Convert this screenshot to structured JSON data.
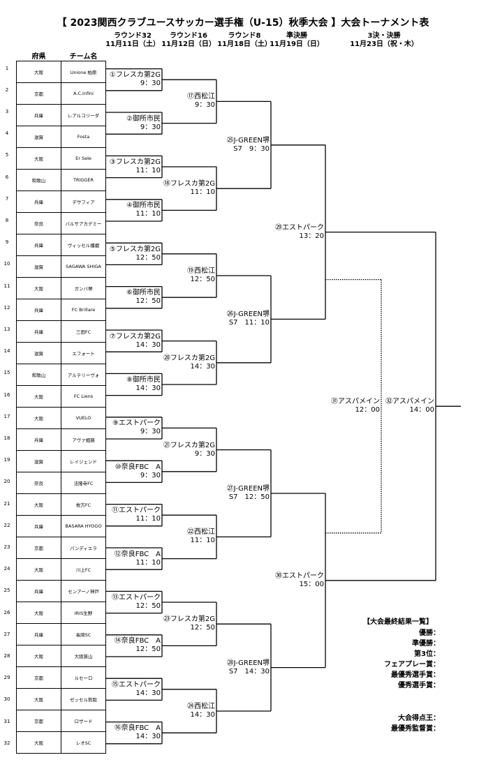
{
  "title": "【 2023関西クラブユースサッカー選手権（U-15）秋季大会 】大会トーナメント表",
  "rounds": [
    {
      "name": "ラウンド32",
      "date": "11月11日（土）"
    },
    {
      "name": "ラウンド16",
      "date": "11月12日（日）"
    },
    {
      "name": "ラウンド8",
      "date": "11月18日（土）"
    },
    {
      "name": "準決勝",
      "date": "11月19日（日）"
    },
    {
      "name": "3決・決勝",
      "date": "11月23日（祝・木）"
    }
  ],
  "table_headers": {
    "pref": "府県",
    "team": "チーム名"
  },
  "teams": [
    {
      "seed": "1",
      "pref": "大阪",
      "name": "Unione 柏原"
    },
    {
      "seed": "2",
      "pref": "京都",
      "name": "A.C.infini"
    },
    {
      "seed": "3",
      "pref": "兵庫",
      "name": "レアルコリーダ"
    },
    {
      "seed": "4",
      "pref": "滋賀",
      "name": "Fosta"
    },
    {
      "seed": "5",
      "pref": "大阪",
      "name": "Er Sele"
    },
    {
      "seed": "6",
      "pref": "和歌山",
      "name": "TRIGGER"
    },
    {
      "seed": "7",
      "pref": "兵庫",
      "name": "デサフィア"
    },
    {
      "seed": "8",
      "pref": "奈良",
      "name": "バルサアカデミー"
    },
    {
      "seed": "9",
      "pref": "兵庫",
      "name": "ヴィッセル播磨"
    },
    {
      "seed": "10",
      "pref": "滋賀",
      "name": "SAGAWA SHIGA"
    },
    {
      "seed": "11",
      "pref": "大阪",
      "name": "ガンバ堺"
    },
    {
      "seed": "12",
      "pref": "兵庫",
      "name": "FC Brillare"
    },
    {
      "seed": "13",
      "pref": "兵庫",
      "name": "三田FC"
    },
    {
      "seed": "14",
      "pref": "滋賀",
      "name": "エフォート"
    },
    {
      "seed": "15",
      "pref": "和歌山",
      "name": "アルテリーヴォ"
    },
    {
      "seed": "16",
      "pref": "大阪",
      "name": "FC Liens"
    },
    {
      "seed": "17",
      "pref": "大阪",
      "name": "VUELO"
    },
    {
      "seed": "18",
      "pref": "兵庫",
      "name": "アヴァ姫路"
    },
    {
      "seed": "19",
      "pref": "滋賀",
      "name": "レイジェンド"
    },
    {
      "seed": "20",
      "pref": "奈良",
      "name": "法隆寺FC"
    },
    {
      "seed": "21",
      "pref": "大阪",
      "name": "枚方FC"
    },
    {
      "seed": "22",
      "pref": "兵庫",
      "name": "BASARA HYOGO"
    },
    {
      "seed": "23",
      "pref": "京都",
      "name": "パンディエラ"
    },
    {
      "seed": "24",
      "pref": "大阪",
      "name": "川上FC"
    },
    {
      "seed": "25",
      "pref": "兵庫",
      "name": "センアーノ神戸"
    },
    {
      "seed": "26",
      "pref": "大阪",
      "name": "IRIS生野"
    },
    {
      "seed": "27",
      "pref": "兵庫",
      "name": "長岡SC"
    },
    {
      "seed": "28",
      "pref": "大阪",
      "name": "大阪狭山"
    },
    {
      "seed": "29",
      "pref": "京都",
      "name": "ルセーロ"
    },
    {
      "seed": "30",
      "pref": "大阪",
      "name": "ゼッセル熊取"
    },
    {
      "seed": "31",
      "pref": "京都",
      "name": "ロザード"
    },
    {
      "seed": "32",
      "pref": "大阪",
      "name": "レオSC"
    }
  ],
  "r32": [
    {
      "venue": "①フレスカ第2G",
      "time": "9：30"
    },
    {
      "venue": "②御所市民",
      "time": "9：30"
    },
    {
      "venue": "③フレスカ第2G",
      "time": "11：10"
    },
    {
      "venue": "④御所市民",
      "time": "11：10"
    },
    {
      "venue": "⑤フレスカ第2G",
      "time": "12：50"
    },
    {
      "venue": "⑥御所市民",
      "time": "12：50"
    },
    {
      "venue": "⑦フレスカ第2G",
      "time": "14：30"
    },
    {
      "venue": "⑧御所市民",
      "time": "14：30"
    },
    {
      "venue": "⑨エストパーク",
      "time": "9：30"
    },
    {
      "venue": "⑩奈良FBC　A",
      "time": "9：30"
    },
    {
      "venue": "⑪エストパーク",
      "time": "11：10"
    },
    {
      "venue": "⑫奈良FBC　A",
      "time": "11：10"
    },
    {
      "venue": "⑬エストパーク",
      "time": "12：50"
    },
    {
      "venue": "⑭奈良FBC　A",
      "time": "12：50"
    },
    {
      "venue": "⑮エストパーク",
      "time": "14：30"
    },
    {
      "venue": "⑯奈良FBC　A",
      "time": "14：30"
    }
  ],
  "r16": [
    {
      "venue": "⑰西松江",
      "time": "9：30"
    },
    {
      "venue": "⑱フレスカ第2G",
      "time": "11：10"
    },
    {
      "venue": "⑲西松江",
      "time": "12：50"
    },
    {
      "venue": "⑳フレスカ第2G",
      "time": "14：30"
    },
    {
      "venue": "㉑フレスカ第2G",
      "time": "9：30"
    },
    {
      "venue": "㉒西松江",
      "time": "11：10"
    },
    {
      "venue": "㉓フレスカ第2G",
      "time": "12：50"
    },
    {
      "venue": "㉔西松江",
      "time": "14：30"
    }
  ],
  "r8": [
    {
      "venue": "㉕J-GREEN堺",
      "time": "S7　9：30"
    },
    {
      "venue": "㉖J-GREEN堺",
      "time": "S7　11：10"
    },
    {
      "venue": "㉗J-GREEN堺",
      "time": "S7　12：50"
    },
    {
      "venue": "㉘J-GREEN堺",
      "time": "S7　14：30"
    }
  ],
  "sf": [
    {
      "venue": "㉙エストパーク",
      "time": "13：20"
    },
    {
      "venue": "㉚エストパーク",
      "time": "15：00"
    }
  ],
  "third": {
    "venue": "㉛アスパメイン",
    "time": "12：00"
  },
  "final": {
    "venue": "㉜アスパメイン",
    "time": "14：00"
  },
  "results": {
    "title": "【大会最終結果一覧】",
    "items": [
      "優勝：",
      "準優勝：",
      "第3位：",
      "フェアプレー賞：",
      "最優秀選手賞：",
      "優秀選手賞："
    ],
    "items2": [
      "大会得点王：",
      "最優秀監督賞："
    ]
  }
}
